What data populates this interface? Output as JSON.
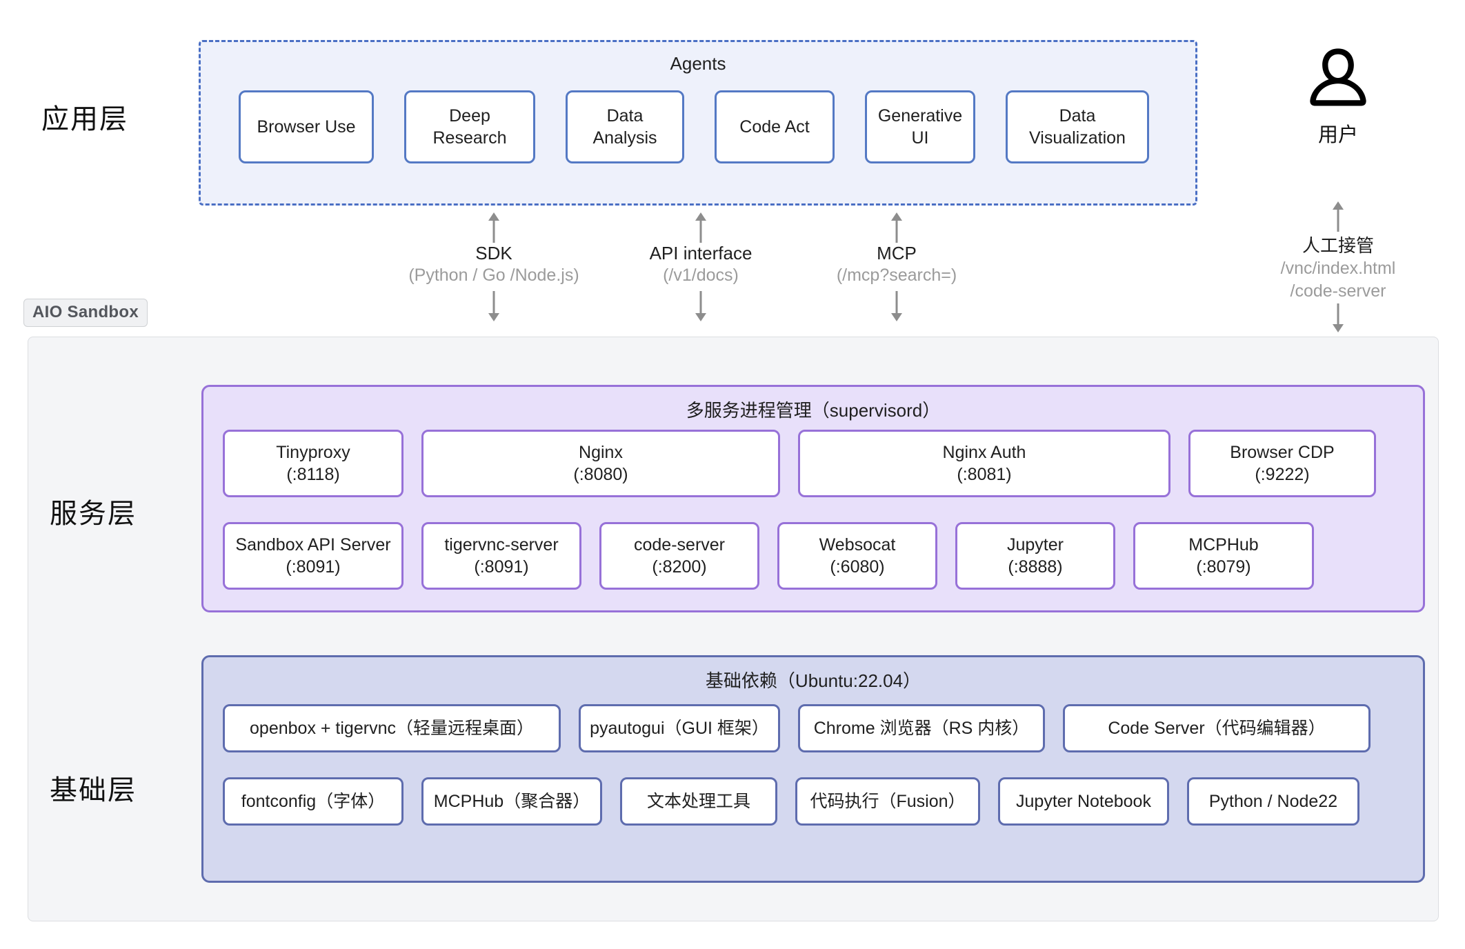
{
  "layers": {
    "application_label": "应用层",
    "service_label": "服务层",
    "base_label": "基础层"
  },
  "agents": {
    "title": "Agents",
    "items": [
      {
        "label": "Browser Use"
      },
      {
        "label": "Deep\nResearch",
        "line1": "Deep",
        "line2": "Research"
      },
      {
        "label": "Data\nAnalysis",
        "line1": "Data",
        "line2": "Analysis"
      },
      {
        "label": "Code Act"
      },
      {
        "label": "Generative\nUI",
        "line1": "Generative",
        "line2": "UI"
      },
      {
        "label": "Data\nVisualization",
        "line1": "Data",
        "line2": "Visualization"
      }
    ]
  },
  "user": {
    "icon": "user-silhouette-icon",
    "label": "用户"
  },
  "connectors": [
    {
      "title": "SDK",
      "sub": "(Python / Go /Node.js)",
      "arrow_up": "↑",
      "arrow_down": "↓"
    },
    {
      "title": "API interface",
      "sub": "(/v1/docs)",
      "arrow_up": "↑",
      "arrow_down": "↓"
    },
    {
      "title": "MCP",
      "sub": "(/mcp?search=)",
      "arrow_up": "↑",
      "arrow_down": "↓"
    }
  ],
  "user_connector": {
    "title": "人工接管",
    "sub_line1": "/vnc/index.html",
    "sub_line2": "/code-server",
    "arrow_up": "↑",
    "arrow_down": "↓"
  },
  "sandbox": {
    "badge": "AIO Sandbox"
  },
  "service_panel": {
    "title": "多服务进程管理（supervisord）",
    "row1": [
      {
        "name": "Tinyproxy",
        "port": "(:8118)"
      },
      {
        "name": "Nginx",
        "port": "(:8080)"
      },
      {
        "name": "Nginx Auth",
        "port": "(:8081)"
      },
      {
        "name": "Browser CDP",
        "port": "(:9222)"
      }
    ],
    "row2": [
      {
        "name": "Sandbox API Server",
        "port": "(:8091)"
      },
      {
        "name": "tigervnc-server",
        "port": "(:8091)"
      },
      {
        "name": "code-server",
        "port": "(:8200)"
      },
      {
        "name": "Websocat",
        "port": "(:6080)"
      },
      {
        "name": "Jupyter",
        "port": "(:8888)"
      },
      {
        "name": "MCPHub",
        "port": "(:8079)"
      }
    ]
  },
  "base_panel": {
    "title": "基础依赖（Ubuntu:22.04）",
    "row1": [
      {
        "label": "openbox + tigervnc（轻量远程桌面）"
      },
      {
        "label": "pyautogui（GUI 框架）"
      },
      {
        "label": "Chrome 浏览器（RS 内核）"
      },
      {
        "label": "Code Server（代码编辑器）"
      }
    ],
    "row2": [
      {
        "label": "fontconfig（字体）"
      },
      {
        "label": "MCPHub（聚合器）"
      },
      {
        "label": "文本处理工具"
      },
      {
        "label": "代码执行（Fusion）"
      },
      {
        "label": "Jupyter Notebook"
      },
      {
        "label": "Python / Node22"
      }
    ]
  },
  "colors": {
    "agents_border": "#4a6fc4",
    "agents_fill": "#eef1fb",
    "service_border": "#9771d8",
    "service_fill": "#e8e0fa",
    "base_border": "#5e6cae",
    "base_fill": "#d4d8ef",
    "sandbox_fill": "#f4f5f7",
    "muted_text": "#9b9b9b",
    "arrow": "#8d8d8d"
  }
}
